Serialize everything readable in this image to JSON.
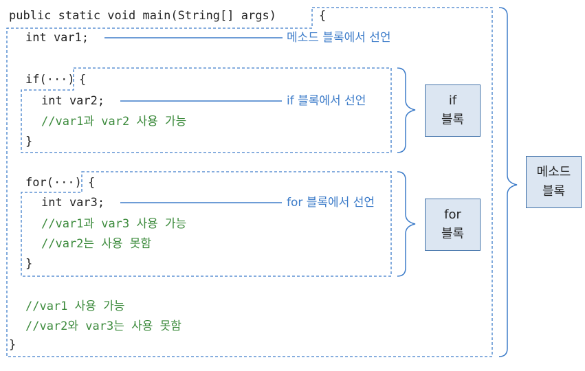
{
  "code": {
    "method_header": "public static void main(String[] args)",
    "method_open_brace": "{",
    "decl_var1": "int var1;",
    "if_header": "if(···)",
    "if_open_brace": "{",
    "decl_var2": "int var2;",
    "if_comment": "//var1과 var2 사용 가능",
    "if_close_brace": "}",
    "for_header": "for(···)",
    "for_open_brace": "{",
    "decl_var3": "int var3;",
    "for_comment_1": "//var1과 var3 사용 가능",
    "for_comment_2": "//var2는 사용 못함",
    "for_close_brace": "}",
    "method_comment_1": "//var1 사용 가능",
    "method_comment_2": "//var2와 var3는 사용 못함",
    "method_close_brace": "}"
  },
  "annotations": {
    "var1": "메소드 블록에서 선언",
    "var2": "if 블록에서 선언",
    "var3": "for 블록에서 선언"
  },
  "labels": {
    "if_block": [
      "if",
      "블록"
    ],
    "for_block": [
      "for",
      "블록"
    ],
    "method_block": [
      "메소드",
      "블록"
    ]
  },
  "colors": {
    "code_text": "#222222",
    "comment": "#3b8a3b",
    "annotation": "#3d7cc9",
    "dashed_border": "#3d7cc9",
    "label_box_fill": "#dce6f2",
    "label_box_border": "#3d6fa8"
  }
}
